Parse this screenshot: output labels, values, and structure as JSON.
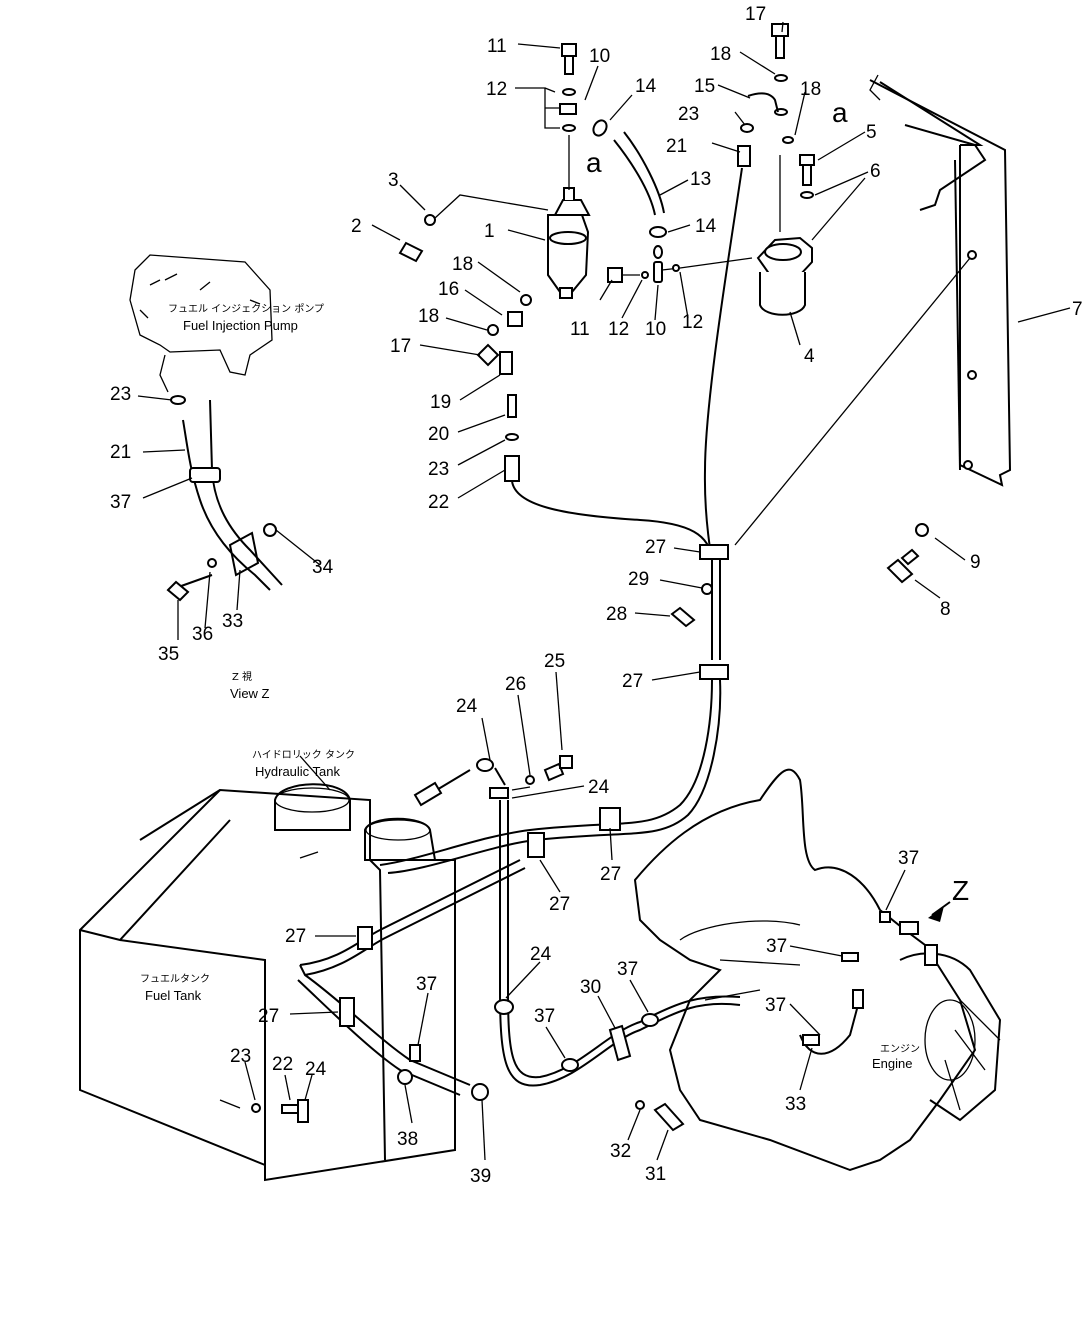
{
  "parts": {
    "p1": "1",
    "p2": "2",
    "p3": "3",
    "p4": "4",
    "p5": "5",
    "p6": "6",
    "p7": "7",
    "p8": "8",
    "p9": "9",
    "p10": "10",
    "p11": "11",
    "p12": "12",
    "p13": "13",
    "p14": "14",
    "p15": "15",
    "p16": "16",
    "p17": "17",
    "p18": "18",
    "p19": "19",
    "p20": "20",
    "p21": "21",
    "p22": "22",
    "p23": "23",
    "p24": "24",
    "p25": "25",
    "p26": "26",
    "p27": "27",
    "p28": "28",
    "p29": "29",
    "p30": "30",
    "p31": "31",
    "p32": "32",
    "p33": "33",
    "p34": "34",
    "p35": "35",
    "p36": "36",
    "p37": "37",
    "p38": "38",
    "p39": "39"
  },
  "letters": {
    "a": "a",
    "z": "Z"
  },
  "labels": {
    "injection_pump_jp": "フュエル インジェクション ポンプ",
    "injection_pump_en": "Fuel Injection Pump",
    "view_z_jp": "Z 視",
    "view_z_en": "View Z",
    "hydraulic_tank_jp": "ハイドロリック タンク",
    "hydraulic_tank_en": "Hydraulic Tank",
    "fuel_tank_jp": "フュエルタンク",
    "fuel_tank_en": "Fuel Tank",
    "engine_jp": "エンジン",
    "engine_en": "Engine"
  }
}
